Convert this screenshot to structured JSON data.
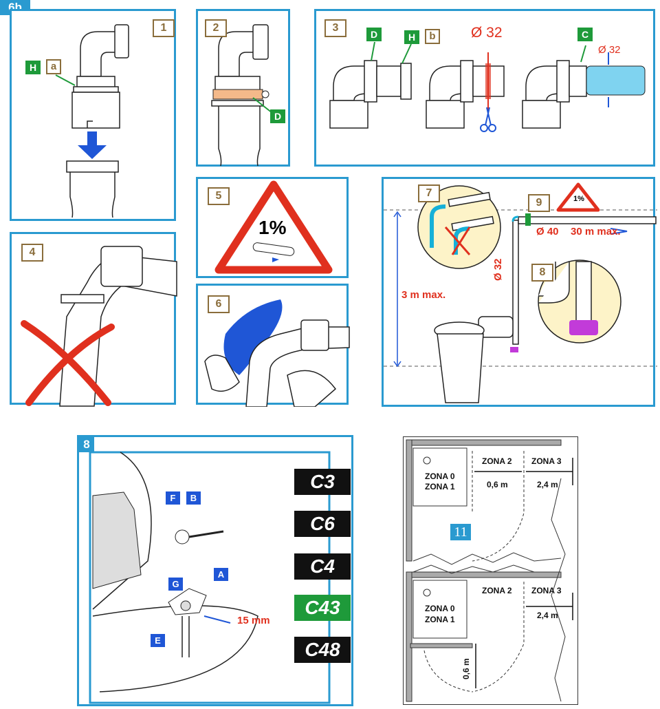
{
  "header_badge": "6b",
  "panel_numbers": [
    "1",
    "2",
    "3",
    "4",
    "5",
    "6",
    "7",
    "8",
    "9"
  ],
  "panel1": {
    "tag_h": "H",
    "tag_a": "a"
  },
  "panel2": {
    "tag_d": "D"
  },
  "panel3": {
    "tag_d": "D",
    "tag_h": "H",
    "tag_b": "b",
    "diameter_mid": "Ø 32",
    "tag_c": "C",
    "diameter_right": "Ø 32"
  },
  "panel5": {
    "slope": "1%"
  },
  "panel7": {
    "slope": "1%",
    "diam40": "Ø 40",
    "max30": "30 m max.",
    "diam32": "Ø 32",
    "max3": "3 m max."
  },
  "section8": {
    "badge": "8",
    "tags": {
      "f": "F",
      "b": "B",
      "g": "G",
      "a": "A",
      "e": "E"
    },
    "dimension": "15 mm",
    "codes": [
      "C3",
      "C6",
      "C4",
      "C43",
      "C48"
    ]
  },
  "section11": {
    "number": "11",
    "zona0": "ZONA 0",
    "zona1": "ZONA 1",
    "zona2": "ZONA 2",
    "zona3": "ZONA 3",
    "d06": "0,6 m",
    "d24": "2,4 m"
  },
  "colors": {
    "panel_border": "#2a9ad0",
    "tag_green": "#1e9a3a",
    "tag_blue": "#1f56d6",
    "label_red": "#e0301e",
    "number_brown": "#8a6d3b"
  }
}
